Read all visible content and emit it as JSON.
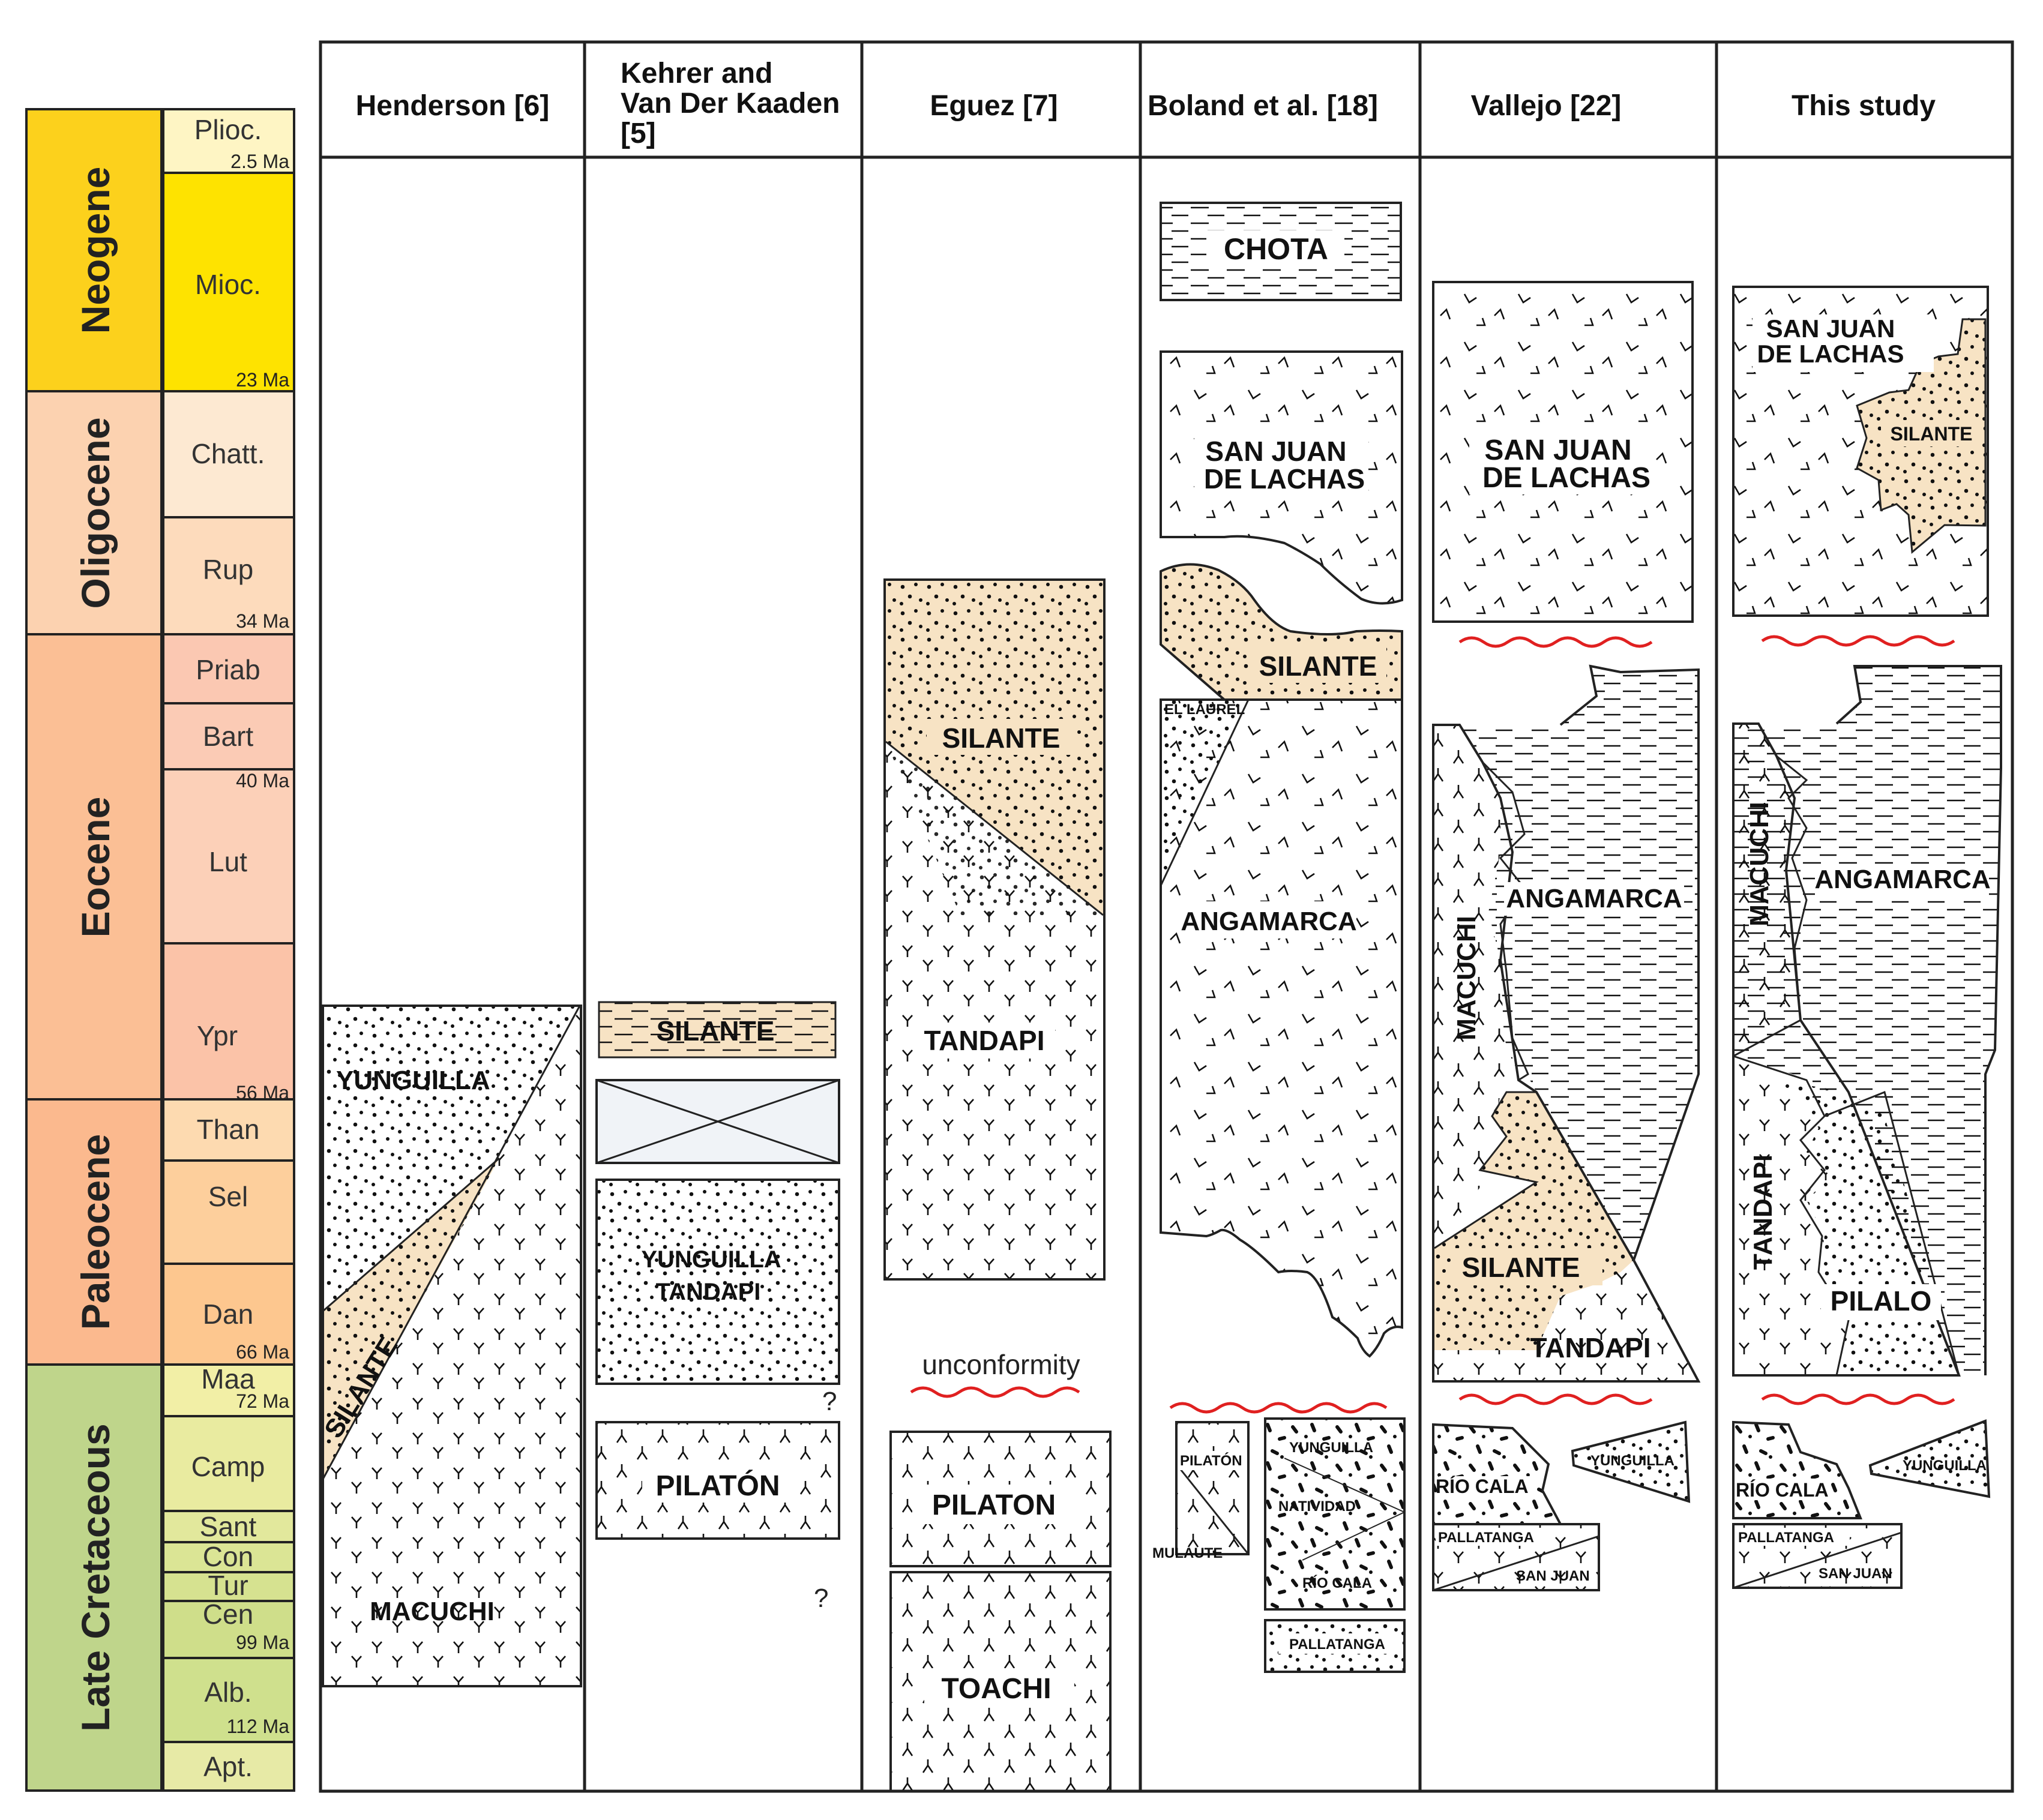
{
  "columns": {
    "henderson": "Henderson [6]",
    "kehrer": [
      "Kehrer and",
      "Van Der Kaaden",
      "[5]"
    ],
    "eguez": "Eguez [7]",
    "boland": "Boland et al. [18]",
    "vallejo": "Vallejo [22]",
    "this_study": "This study"
  },
  "timescale": {
    "eras": [
      "Neogene",
      "Oligocene",
      "Eocene",
      "Paleocene",
      "Late Cretaceous"
    ],
    "stages": [
      "Plioc.",
      "Mioc.",
      "Chatt.",
      "Rup",
      "Priab",
      "Bart",
      "Lut",
      "Ypr",
      "Than",
      "Sel",
      "Dan",
      "Maa",
      "Camp",
      "Sant",
      "Con",
      "Tur",
      "Cen",
      "Alb.",
      "Apt."
    ],
    "ages": [
      "2.5 Ma",
      "23 Ma",
      "34 Ma",
      "40 Ma",
      "56 Ma",
      "66 Ma",
      "72 Ma",
      "99 Ma",
      "112 Ma"
    ],
    "era_colors": [
      "#fcd11c",
      "#fcd2b0",
      "#fbbf95",
      "#fbb98e",
      "#bfd58b"
    ]
  },
  "henderson": {
    "yunguilla": "YUNGUILLA",
    "silante": "SILANTE",
    "macuchi": "MACUCHI"
  },
  "kehrer": {
    "silante": "SILANTE",
    "yunguilla": "YUNGUILLA",
    "tandapi": "TANDAPI",
    "pilaton": "PILATÓN",
    "q1": "?",
    "q2": "?"
  },
  "eguez": {
    "silante": "SILANTE",
    "tandapi": "TANDAPI",
    "unconformity": "unconformity",
    "pilaton": "PILATON",
    "toachi": "TOACHI"
  },
  "boland": {
    "chota": "CHOTA",
    "sanjuan1": "SAN JUAN",
    "sanjuan2": "DE LACHAS",
    "silante": "SILANTE",
    "el_laurel": "EL LAUREL",
    "angamarca": "ANGAMARCA",
    "pilaton": "PILATÓN",
    "mulaute": "MULAUTE",
    "yunguilla": "YUNGUILLA",
    "natividad": "NATIVIDAD",
    "rio_cala": "RÍO CALA",
    "pallatanga": "PALLATANGA"
  },
  "vallejo": {
    "sanjuan1": "SAN JUAN",
    "sanjuan2": "DE LACHAS",
    "angamarca": "ANGAMARCA",
    "macuchi": "MACUCHI",
    "silante": "SILANTE",
    "tandapi": "TANDAPI",
    "yunguilla": "YUNGUILLA",
    "rio_cala": "RÍO CALA",
    "pallatanga": "PALLATANGA",
    "san_juan": "SAN JUAN"
  },
  "this_study": {
    "sanjuan1": "SAN JUAN",
    "sanjuan2": "DE LACHAS",
    "silante": "SILANTE",
    "macuchi": "MACUCHI",
    "angamarca": "ANGAMARCA",
    "tandapi": "TANDAPI",
    "pilalo": "PILALO",
    "yunguilla": "YUNGUILLA",
    "rio_cala": "RÍO CALA",
    "pallatanga": "PALLATANGA",
    "san_juan": "SAN JUAN"
  }
}
